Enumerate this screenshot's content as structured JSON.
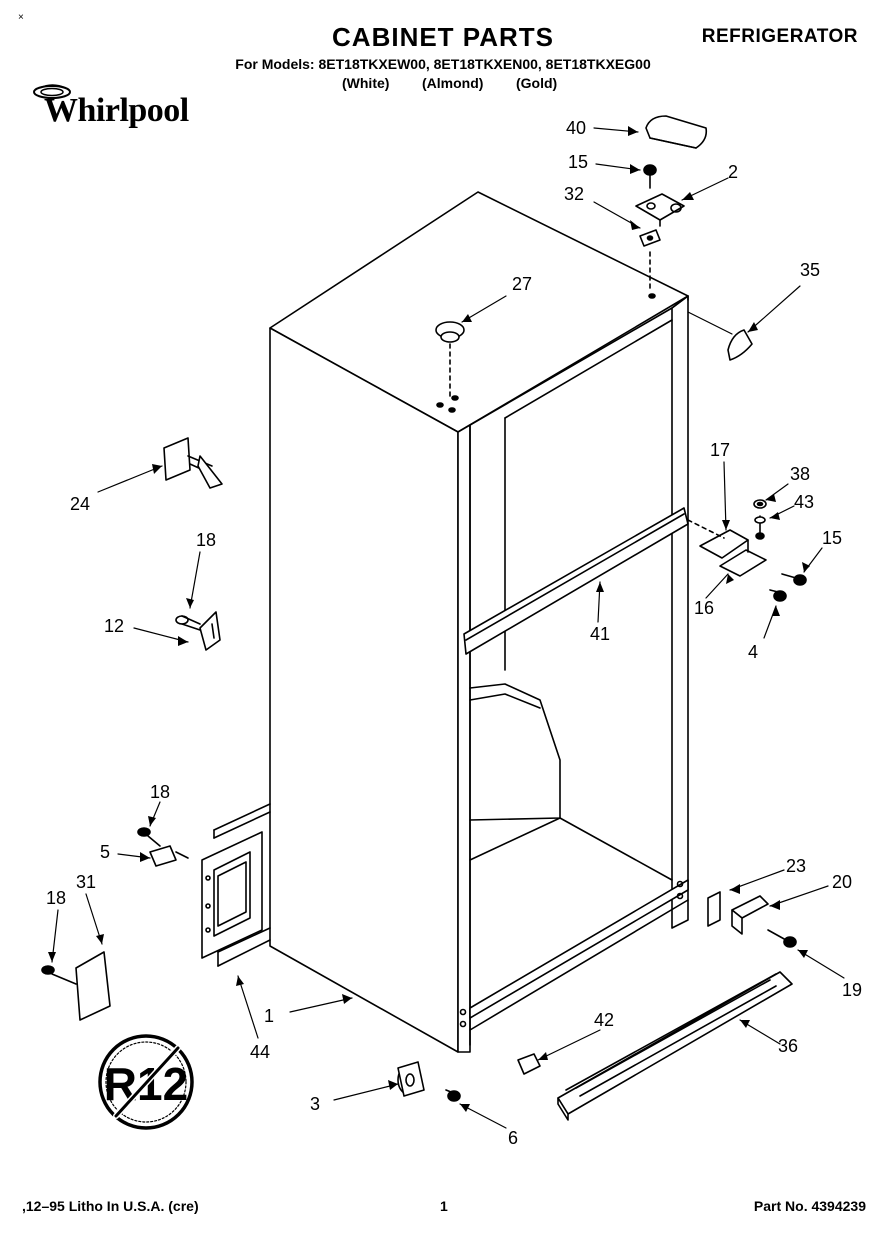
{
  "header": {
    "corner_mark": "×",
    "title": "CABINET PARTS",
    "category": "REFRIGERATOR",
    "models_line": "For Models: 8ET18TKXEW00, 8ET18TKXEN00, 8ET18TKXEG00",
    "color_white": "(White)",
    "color_almond": "(Almond)",
    "color_gold": "(Gold)",
    "brand": "Whirlpool"
  },
  "badge": {
    "text": "R12",
    "meaning": "no-r12-symbol"
  },
  "callouts": {
    "c40": "40",
    "c15a": "15",
    "c2": "2",
    "c32": "32",
    "c35": "35",
    "c27": "27",
    "c24": "24",
    "c17": "17",
    "c38": "38",
    "c43": "43",
    "c15b": "15",
    "c18a": "18",
    "c12": "12",
    "c16": "16",
    "c41": "41",
    "c4": "4",
    "c18b": "18",
    "c5": "5",
    "c23": "23",
    "c20": "20",
    "c18c": "18",
    "c31": "31",
    "c19": "19",
    "c42": "42",
    "c1": "1",
    "c36": "36",
    "c44": "44",
    "c3": "3",
    "c6": "6"
  },
  "footer": {
    "left": ",12–95 Litho In U.S.A. (cre)",
    "page": "1",
    "part_no": "Part No. 4394239"
  }
}
